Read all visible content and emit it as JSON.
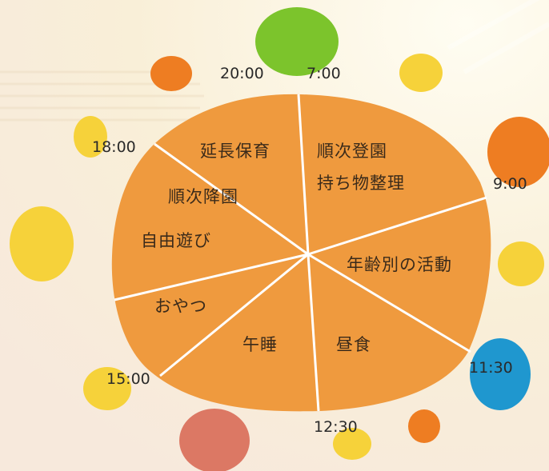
{
  "colors": {
    "clock_fill": "#ef9a3e",
    "divider": "#ffffff",
    "text": "#3a2a1a",
    "dot_green": "#7cc42c",
    "dot_orange": "#ee7d22",
    "dot_yellow": "#f6d23a",
    "dot_blue": "#1f97cf",
    "dot_pink": "#dc7864"
  },
  "segments": [
    {
      "id": "s1",
      "lines": [
        "順次登園",
        "持ち物整理"
      ]
    },
    {
      "id": "s2",
      "lines": [
        "年齢別の活動"
      ]
    },
    {
      "id": "s3",
      "lines": [
        "昼食"
      ]
    },
    {
      "id": "s4",
      "lines": [
        "午睡"
      ]
    },
    {
      "id": "s5",
      "lines": [
        "おやつ"
      ]
    },
    {
      "id": "s6",
      "lines": [
        "順次降園",
        "自由遊び"
      ]
    },
    {
      "id": "s7",
      "lines": [
        "延長保育"
      ]
    }
  ],
  "times": [
    {
      "id": "t1",
      "label": "7:00"
    },
    {
      "id": "t2",
      "label": "9:00"
    },
    {
      "id": "t3",
      "label": "11:30"
    },
    {
      "id": "t4",
      "label": "12:30"
    },
    {
      "id": "t5",
      "label": "15:00"
    },
    {
      "id": "t6",
      "label": "18:00"
    },
    {
      "id": "t7",
      "label": "20:00"
    }
  ]
}
